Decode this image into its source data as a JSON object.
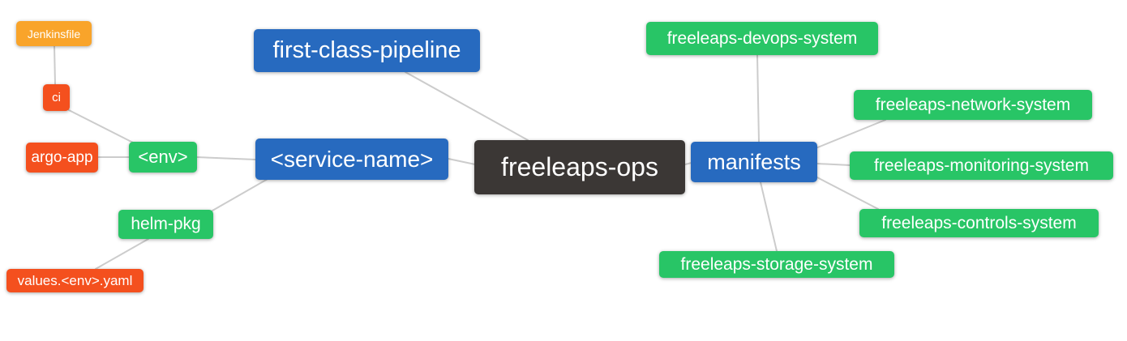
{
  "diagram": {
    "type": "mindmap",
    "background": "#ffffff",
    "edge_color": "#cccccc",
    "colors": {
      "blue": "#276abf",
      "green": "#28c566",
      "orange": "#f9a42a",
      "red": "#f4501e",
      "dark": "#3b3735",
      "text": "#ffffff",
      "edge": "#cccccc"
    },
    "nodes": {
      "root": {
        "label": "freeleaps-ops",
        "color": "dark"
      },
      "first_class_pipeline": {
        "label": "first-class-pipeline",
        "color": "blue"
      },
      "service_name": {
        "label": "<service-name>",
        "color": "blue"
      },
      "manifests": {
        "label": "manifests",
        "color": "blue"
      },
      "env": {
        "label": "<env>",
        "color": "green"
      },
      "helm_pkg": {
        "label": "helm-pkg",
        "color": "green"
      },
      "ci": {
        "label": "ci",
        "color": "red"
      },
      "argo_app": {
        "label": "argo-app",
        "color": "red"
      },
      "jenkinsfile": {
        "label": "Jenkinsfile",
        "color": "orange"
      },
      "values_env_yaml": {
        "label": "values.<env>.yaml",
        "color": "red"
      },
      "devops_system": {
        "label": "freeleaps-devops-system",
        "color": "green"
      },
      "network_system": {
        "label": "freeleaps-network-system",
        "color": "green"
      },
      "monitoring_system": {
        "label": "freeleaps-monitoring-system",
        "color": "green"
      },
      "controls_system": {
        "label": "freeleaps-controls-system",
        "color": "green"
      },
      "storage_system": {
        "label": "freeleaps-storage-system",
        "color": "green"
      }
    },
    "edges": [
      [
        "jenkinsfile",
        "ci"
      ],
      [
        "ci",
        "env"
      ],
      [
        "argo_app",
        "env"
      ],
      [
        "env",
        "service_name"
      ],
      [
        "helm_pkg",
        "service_name"
      ],
      [
        "values_env_yaml",
        "helm_pkg"
      ],
      [
        "first_class_pipeline",
        "root"
      ],
      [
        "service_name",
        "root"
      ],
      [
        "root",
        "manifests"
      ],
      [
        "manifests",
        "devops_system"
      ],
      [
        "manifests",
        "network_system"
      ],
      [
        "manifests",
        "monitoring_system"
      ],
      [
        "manifests",
        "controls_system"
      ],
      [
        "manifests",
        "storage_system"
      ]
    ]
  }
}
